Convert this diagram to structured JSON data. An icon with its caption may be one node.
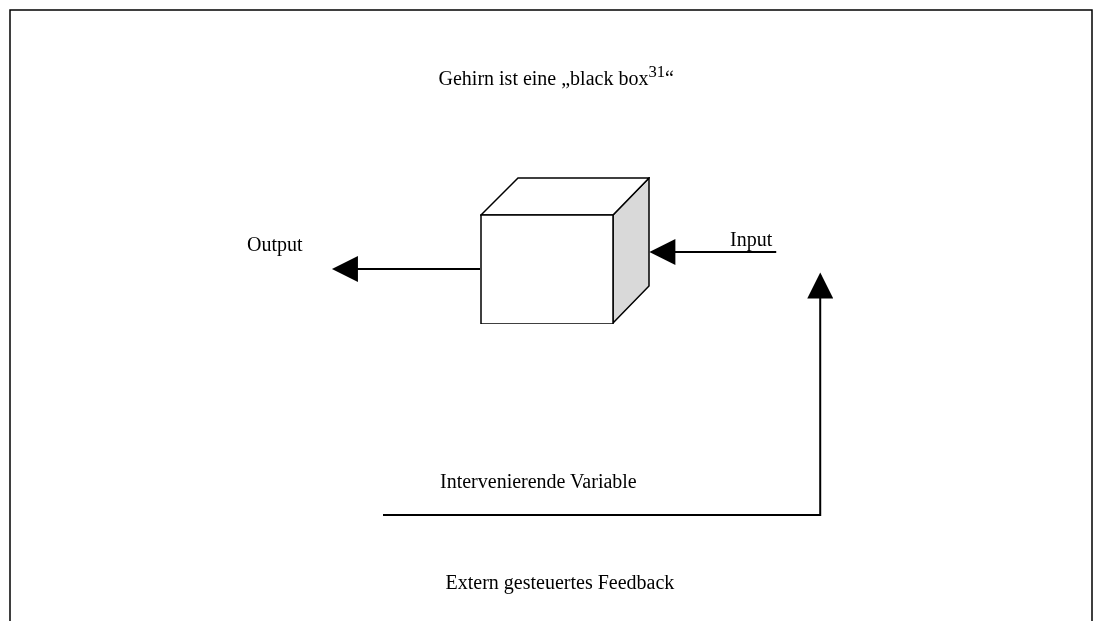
{
  "diagram": {
    "title": "Gehirn ist eine „black box$^{31}$“",
    "nodes": [
      {
        "text": [],
        "shape": "cube"
      },
      {
        "text": [
          "Output"
        ]
      },
      {
        "text": [
          "Input"
        ]
      }
    ],
    "edges": [
      {
        "from": 0,
        "to": 1,
        "arrow": "to"
      },
      {
        "from": 2,
        "to": 0,
        "arrow": "to"
      },
      {
        "from": null,
        "to": 2,
        "arrow": "to",
        "label": "Intervenierende Variable"
      }
    ],
    "labels": [
      "Extern gesteuertes Feedback"
    ]
  }
}
